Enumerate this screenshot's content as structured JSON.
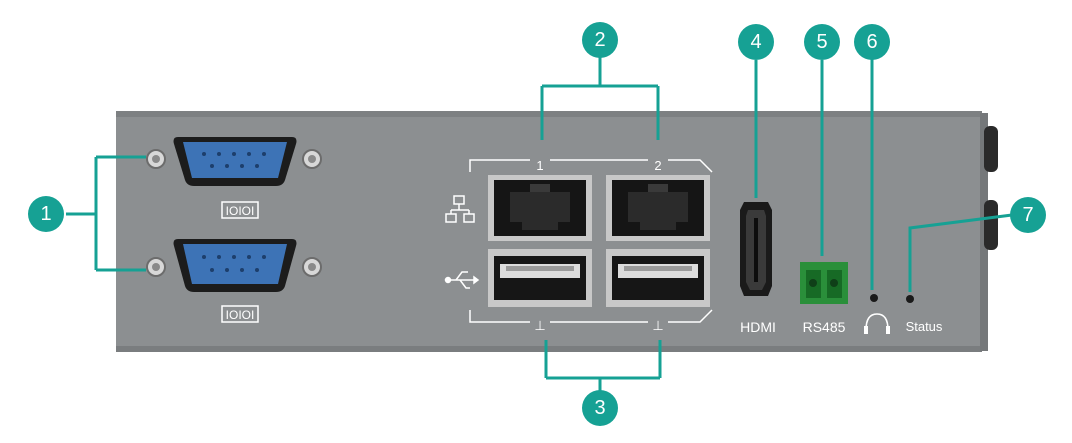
{
  "colors": {
    "accent": "#16a194",
    "chassis": "#8c8f91",
    "chassis_edge": "#6f7274",
    "port_black": "#151515",
    "db9_blue": "#3d73b6",
    "terminal_green": "#2a8f3a",
    "white": "#ffffff"
  },
  "callouts": [
    {
      "number": "1"
    },
    {
      "number": "2"
    },
    {
      "number": "3"
    },
    {
      "number": "4"
    },
    {
      "number": "5"
    },
    {
      "number": "6"
    },
    {
      "number": "7"
    }
  ],
  "labels": {
    "lan_port_1": "1",
    "lan_port_2": "2",
    "usb_port_1": "⊥",
    "usb_port_2": "⊥",
    "hdmi": "HDMI",
    "rs485": "RS485",
    "status": "Status",
    "serial_symbol_top": "IOIOI",
    "serial_symbol_bottom": "IOIOI"
  },
  "icons": {
    "network": "network-icon",
    "usb": "usb-icon",
    "headphone": "headphone-icon"
  }
}
